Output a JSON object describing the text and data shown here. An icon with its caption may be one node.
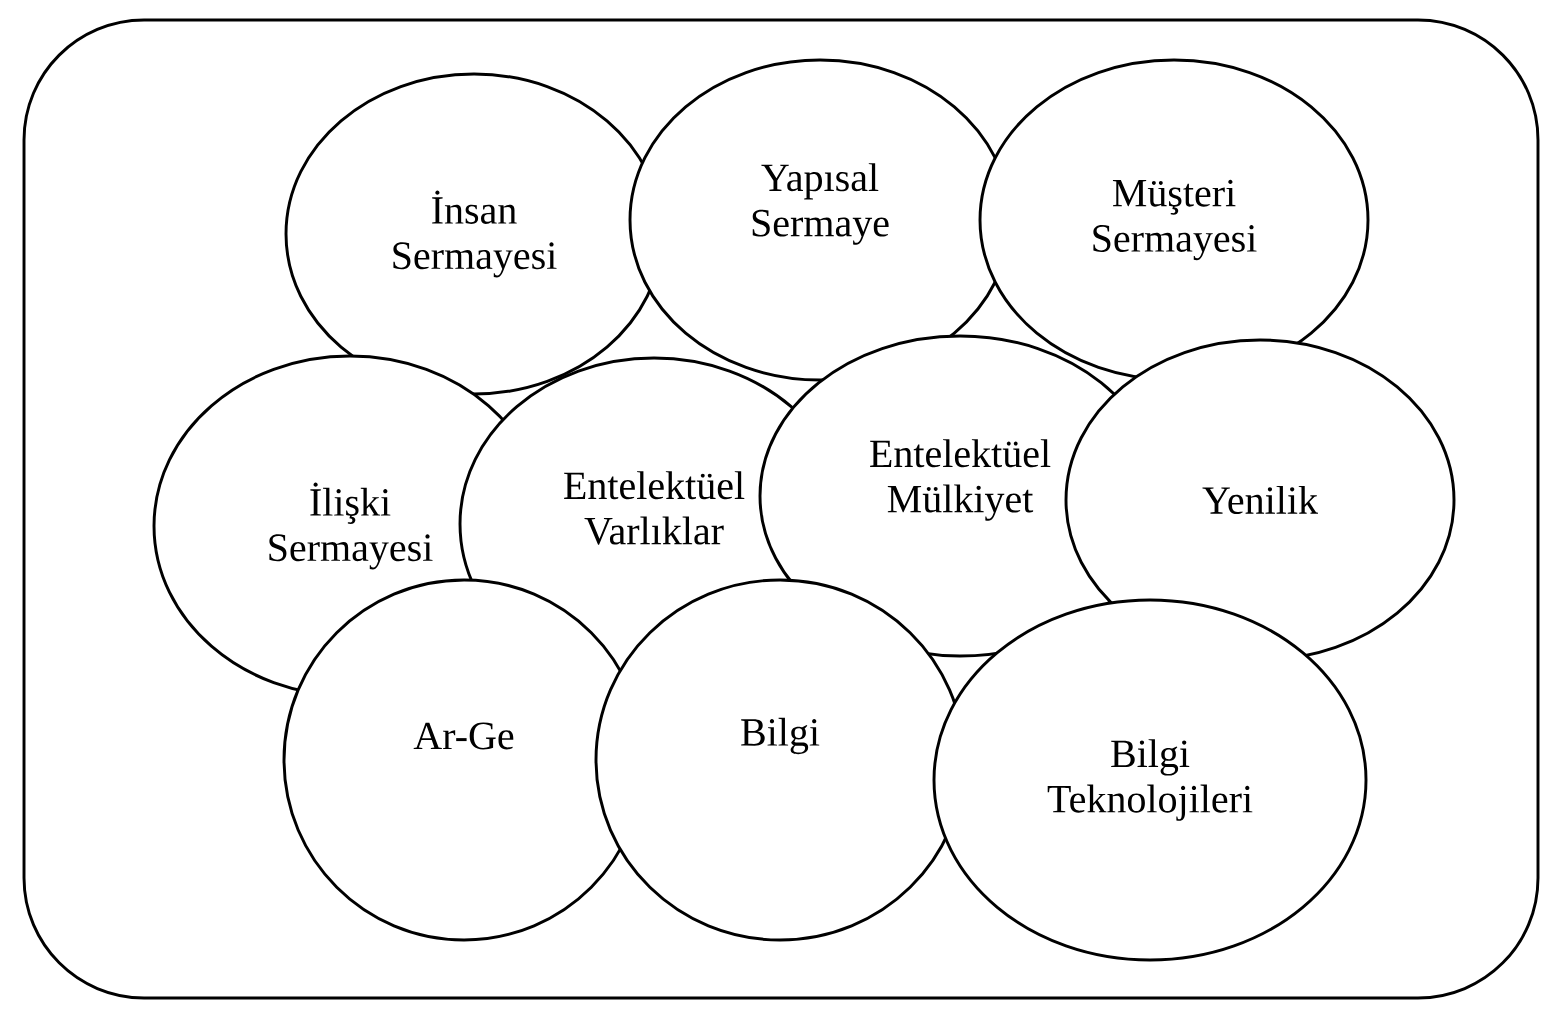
{
  "diagram": {
    "nodes": [
      {
        "text": [
          "İnsan Sermayesi"
        ]
      },
      {
        "text": [
          "Yapısal Sermaye"
        ]
      },
      {
        "text": [
          "Müşteri Sermayesi"
        ]
      },
      {
        "text": [
          "İlişki Sermayesi"
        ]
      },
      {
        "text": [
          "Entelektüel Varlıklar"
        ]
      },
      {
        "text": [
          "Entelektüel Mülkiyet"
        ]
      },
      {
        "text": [
          "Yenilik"
        ]
      },
      {
        "text": [
          "Ar-Ge"
        ]
      },
      {
        "text": [
          "Bilgi"
        ]
      },
      {
        "text": [
          "Bilgi Teknolojileri"
        ]
      }
    ]
  }
}
